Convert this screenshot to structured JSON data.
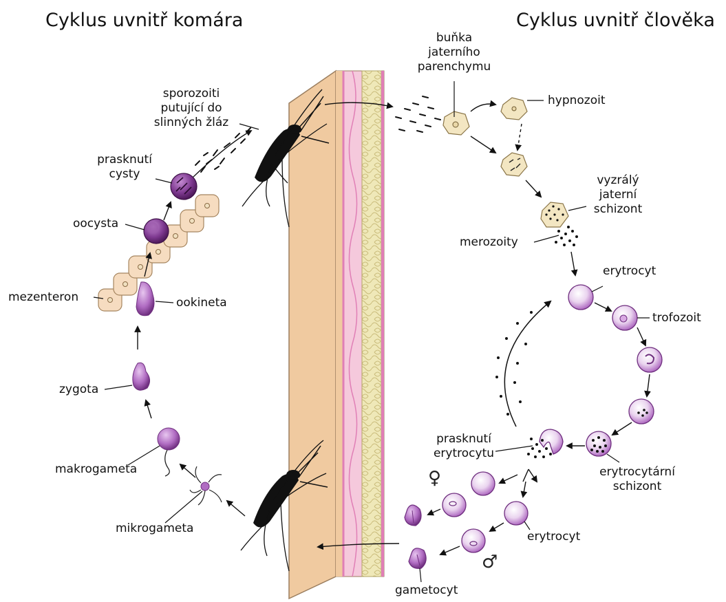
{
  "titles": {
    "mosquito_cycle": "Cyklus uvnitř komára",
    "human_cycle": "Cyklus uvnitř člověka"
  },
  "labels": {
    "sporozoiti": [
      "sporozoiti",
      "putující do",
      "slinných žláz"
    ],
    "prasknuti_cysty": [
      "prasknutí",
      "cysty"
    ],
    "oocysta": "oocysta",
    "mezenteron": "mezenteron",
    "ookineta": "ookineta",
    "zygota": "zygota",
    "makrogameta": "makrogameta",
    "mikrogameta": "mikrogameta",
    "bunka": [
      "buňka",
      "jaterního",
      "parenchymu"
    ],
    "hypnozoit": "hypnozoit",
    "vyzraly": [
      "vyzrálý",
      "jaterní",
      "schizont"
    ],
    "merozoity": "merozoity",
    "erytrocyt_top": "erytrocyt",
    "trofozoit": "trofozoit",
    "prasknuti_erytrocytu": [
      "prasknutí",
      "erytrocytu"
    ],
    "erytrocytarni": [
      "erytrocytární",
      "schizont"
    ],
    "erytrocyt_bottom": "erytrocyt",
    "gametocyt": "gametocyt"
  },
  "symbols": {
    "female": "♀",
    "male": "♂"
  },
  "colors": {
    "skin": "#f0caa0",
    "skin_edge": "#9a7d5e",
    "dermis_pink": "#f5c9dc",
    "pink_line": "#e07fb6",
    "fat": "#efe8b8",
    "liver_cell": "#f3e6c2",
    "gut_cell": "#f6dcc0",
    "purple": "#b06cc2",
    "purple_dark": "#6e2e7e",
    "purple_light": "#ead4ef"
  }
}
